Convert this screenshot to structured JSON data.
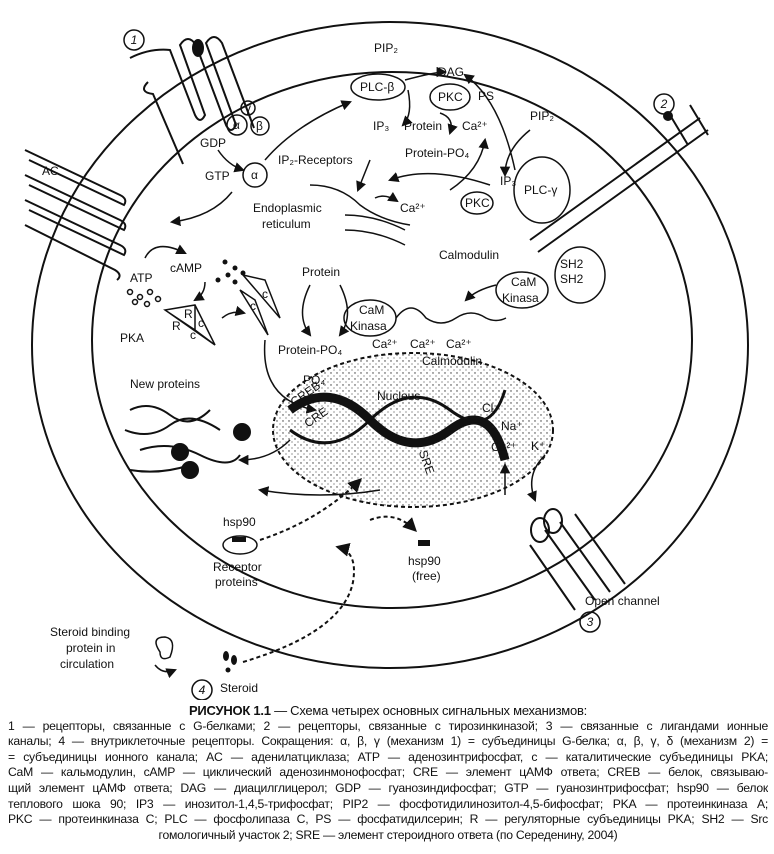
{
  "diagram": {
    "markers": {
      "m1": "1",
      "m2": "2",
      "m3": "3",
      "m4": "4"
    },
    "labels": {
      "ac": "AC",
      "gdp": "GDP",
      "gtp": "GTP",
      "alpha": "α",
      "beta": "β",
      "gamma": "γ",
      "alpha_free": "α",
      "pip2_top": "PIP₂",
      "dag": "DAG",
      "ps": "PS",
      "pkc_top": "PKC",
      "plc_beta": "PLC-β",
      "ip3_left": "IP₃",
      "protein_top": "Protein",
      "ca_top": "Ca²⁺",
      "protein_po4_top": "Protein-PO₄",
      "pip2_right": "PIP₂",
      "ip3_right": "IP₃",
      "plc_gamma": "PLC-γ",
      "pkc_mid": "PKC",
      "ca_mid": "Ca²⁺",
      "ip_receptors": "IP₂-Receptors",
      "er_1": "Endoplasmic",
      "er_2": "reticulum",
      "atp": "ATP",
      "camp": "cAMP",
      "pka": "PKA",
      "r1": "R",
      "r2": "R",
      "c1": "c",
      "c2": "c",
      "c3": "c",
      "c4": "c",
      "protein_mid": "Protein",
      "protein_po4_mid": "Protein-PO₄",
      "calmodulin_top": "Calmodulin",
      "cam_kinasa_1a": "CaM",
      "cam_kinasa_1b": "Kinasa",
      "cam_kinasa_2a": "CaM",
      "cam_kinasa_2b": "Kinasa",
      "ca_1": "Ca²⁺",
      "ca_2": "Ca²⁺",
      "ca_3": "Ca²⁺",
      "calmodulin_bottom": "Calmodulin",
      "sh2_1": "SH2",
      "sh2_2": "SH2",
      "new_proteins": "New proteins",
      "po4": "PO₄",
      "nucleus": "Nucleus",
      "creb": "CREB",
      "cre": "CRE",
      "sre": "SRE",
      "cl": "Cl⁻",
      "na": "Na⁺",
      "ca_ion": "Ca²⁺",
      "k": "K⁺",
      "hsp90": "hsp90",
      "receptor_1": "Receptor",
      "receptor_2": "proteins",
      "hsp90_free_1": "hsp90",
      "hsp90_free_2": "(free)",
      "open_channel": "Open channel",
      "steroid_bp_1": "Steroid binding",
      "steroid_bp_2": "protein in",
      "steroid_bp_3": "circulation",
      "steroid": "Steroid"
    }
  },
  "caption": {
    "title_bold": "РИСУНОК 1.1",
    "title_rest": " — Схема четырех основных сигнальных механизмов:",
    "lines": [
      "1 — рецепторы, связанные с G-белками; 2 — рецепторы, связанные с тирозинкиназой; 3 — связанные с лигандами ионные",
      "каналы; 4 — внутриклеточные рецепторы. Сокращения: α, β, γ (механизм 1) = субъединицы G-белка; α, β, γ, δ (механизм 2) =",
      "= субъединицы ионного канала; AC — аденилатциклаза; ATP — аденозинтрифосфат, с — каталитические субъединицы PKA;",
      "CaM — кальмодулин, cAMP — циклический аденозинмонофосфат; CRE — элемент цАМФ ответа; CREB — белок, связываю-",
      "щий элемент цАМФ ответа; DAG — диацилглицерол; GDP — гуанозиндифосфат; GTP — гуанозинтрифосфат; hsp90 — белок",
      "теплового шока 90; IP3 — инозитол-1,4,5-трифосфат; PIP2 — фосфотидилинозитол-4,5-бифосфат; PKA — протеинкиназа A;",
      "PKC — протеинкиназа C; PLC — фосфолипаза C, PS — фосфатидилсерин; R — регуляторные субъединицы PKA; SH2 — Src"
    ],
    "last_line": "гомологичный участок 2; SRE — элемент стероидного ответа (по Середенину, 2004)"
  }
}
